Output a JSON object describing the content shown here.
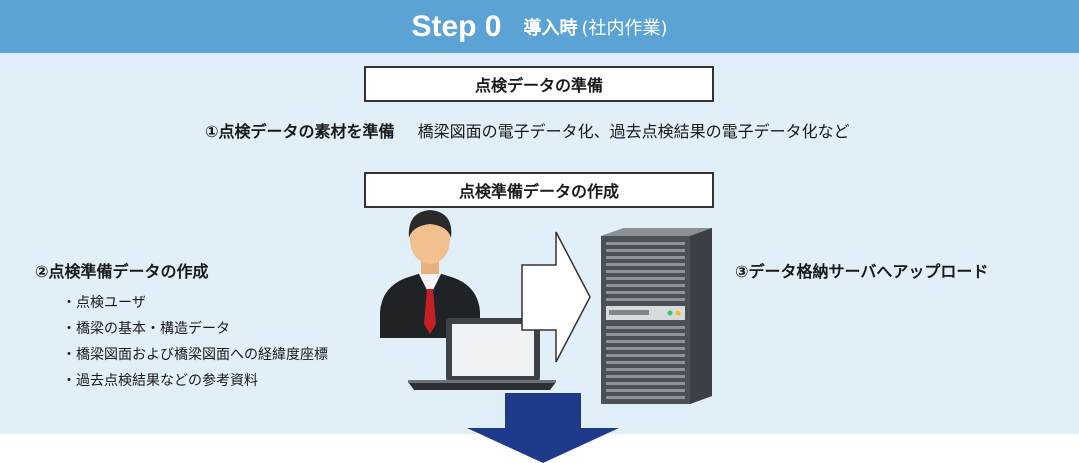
{
  "header": {
    "step": "Step 0",
    "title": "導入時",
    "subtitle": "(社内作業)"
  },
  "box1": {
    "label": "点検データの準備"
  },
  "step1": {
    "title": "①点検データの素材を準備",
    "description": "橋梁図面の電子データ化、過去点検結果の電子データ化など"
  },
  "box2": {
    "label": "点検準備データの作成"
  },
  "step2": {
    "title": "②点検準備データの作成",
    "items": [
      "・点検ユーザ",
      "・橋梁の基本・構造データ",
      "・橋梁図面および橋梁図面への経緯度座標",
      "・過去点検結果などの参考資料"
    ]
  },
  "step3": {
    "title": "③データ格納サーバへアップロード"
  },
  "colors": {
    "header": "#5aa3d4",
    "panel": "#e0eff8",
    "down_arrow": "#1f3a8a"
  },
  "icons": [
    "person-icon",
    "laptop-icon",
    "right-arrow-icon",
    "server-icon",
    "down-arrow-icon"
  ]
}
